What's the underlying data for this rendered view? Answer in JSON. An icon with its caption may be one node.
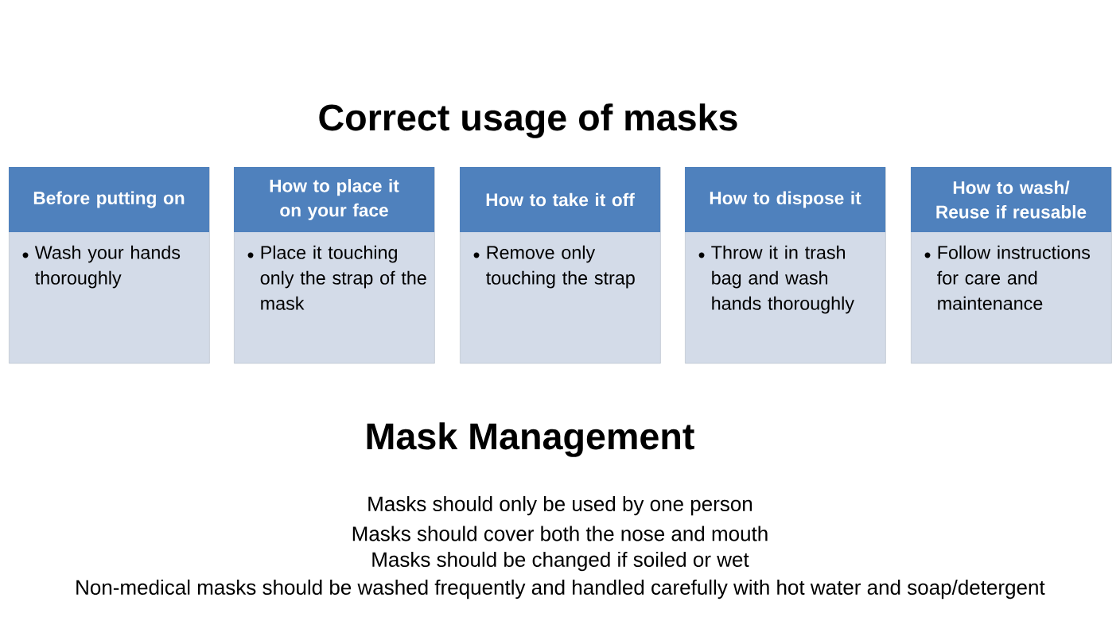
{
  "diagram": {
    "title": "Correct usage of masks",
    "nodes": [
      {
        "text": [
          "Before putting on",
          "Wash your hands thoroughly"
        ]
      },
      {
        "text": [
          "How to place it on your face",
          "Place it touching only the strap of the mask"
        ]
      },
      {
        "text": [
          "How to take it off",
          "Remove only touching the strap"
        ]
      },
      {
        "text": [
          "How to dispose it",
          "Throw it in trash bag and wash hands thoroughly"
        ]
      },
      {
        "text": [
          "How to wash/ Reuse if reusable",
          "Follow instructions for care and maintenance"
        ]
      }
    ],
    "labels": [
      "Mask Management",
      "Masks should only be used by one person",
      "Masks should cover both the nose and mouth",
      "Masks should be changed if soiled or wet",
      "Non-medical masks should be washed frequently and handled carefully with hot water and soap/detergent"
    ]
  }
}
